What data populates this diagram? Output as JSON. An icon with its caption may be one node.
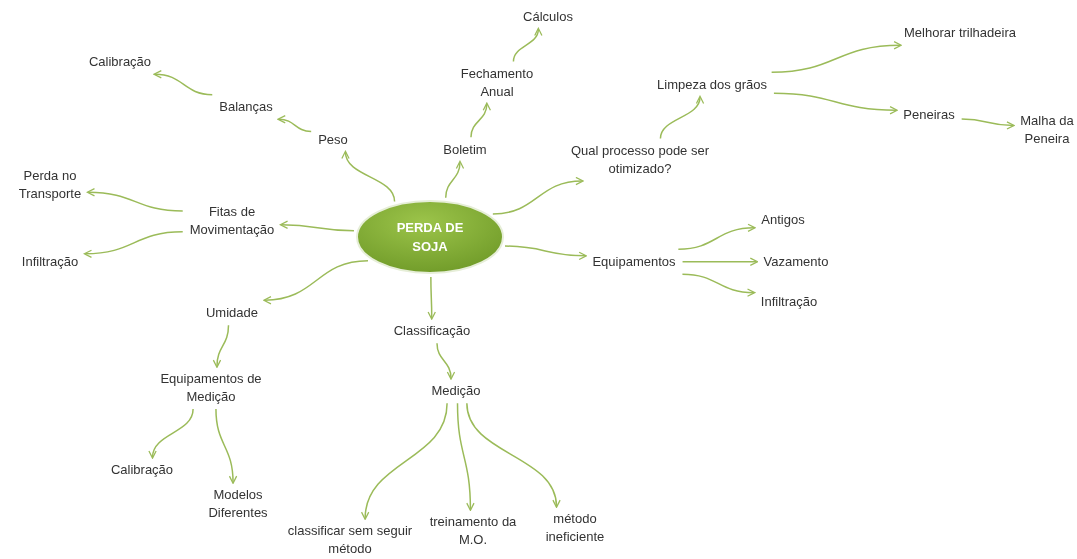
{
  "diagram": {
    "nodes": [
      {
        "text": [
          "PERDA DE SOJA"
        ]
      },
      {
        "text": [
          "Peso"
        ]
      },
      {
        "text": [
          "Balanças"
        ]
      },
      {
        "text": [
          "Calibração"
        ]
      },
      {
        "text": [
          "Boletim"
        ]
      },
      {
        "text": [
          "Fechamento Anual"
        ]
      },
      {
        "text": [
          "Cálculos"
        ]
      },
      {
        "text": [
          "Qual processo pode ser otimizado?"
        ]
      },
      {
        "text": [
          "Limpeza dos grãos"
        ]
      },
      {
        "text": [
          "Melhorar trilhadeira"
        ]
      },
      {
        "text": [
          "Peneiras"
        ]
      },
      {
        "text": [
          "Malha da Peneira"
        ]
      },
      {
        "text": [
          "Fitas de Movimentação"
        ]
      },
      {
        "text": [
          "Perda no Transporte"
        ]
      },
      {
        "text": [
          "Infiltração"
        ]
      },
      {
        "text": [
          "Equipamentos"
        ]
      },
      {
        "text": [
          "Antigos"
        ]
      },
      {
        "text": [
          "Vazamento"
        ]
      },
      {
        "text": [
          "Infiltração"
        ]
      },
      {
        "text": [
          "Umidade"
        ]
      },
      {
        "text": [
          "Equipamentos de Medição"
        ]
      },
      {
        "text": [
          "Calibração"
        ]
      },
      {
        "text": [
          "Modelos Diferentes"
        ]
      },
      {
        "text": [
          "Classificação"
        ]
      },
      {
        "text": [
          "Medição"
        ]
      },
      {
        "text": [
          "classificar sem seguir método"
        ]
      },
      {
        "text": [
          "treinamento da M.O."
        ]
      },
      {
        "text": [
          "método ineficiente"
        ]
      }
    ],
    "edges": [
      {
        "from": 0,
        "to": 1,
        "arrow": "to"
      },
      {
        "from": 1,
        "to": 2,
        "arrow": "to"
      },
      {
        "from": 2,
        "to": 3,
        "arrow": "to"
      },
      {
        "from": 0,
        "to": 4,
        "arrow": "to"
      },
      {
        "from": 4,
        "to": 5,
        "arrow": "to"
      },
      {
        "from": 5,
        "to": 6,
        "arrow": "to"
      },
      {
        "from": 0,
        "to": 7,
        "arrow": "to"
      },
      {
        "from": 7,
        "to": 8,
        "arrow": "to"
      },
      {
        "from": 8,
        "to": 9,
        "arrow": "to"
      },
      {
        "from": 8,
        "to": 10,
        "arrow": "to"
      },
      {
        "from": 10,
        "to": 11,
        "arrow": "to"
      },
      {
        "from": 0,
        "to": 12,
        "arrow": "to"
      },
      {
        "from": 12,
        "to": 13,
        "arrow": "to"
      },
      {
        "from": 12,
        "to": 14,
        "arrow": "to"
      },
      {
        "from": 0,
        "to": 15,
        "arrow": "to"
      },
      {
        "from": 15,
        "to": 16,
        "arrow": "to"
      },
      {
        "from": 15,
        "to": 17,
        "arrow": "to"
      },
      {
        "from": 15,
        "to": 18,
        "arrow": "to"
      },
      {
        "from": 0,
        "to": 19,
        "arrow": "to"
      },
      {
        "from": 19,
        "to": 20,
        "arrow": "to"
      },
      {
        "from": 20,
        "to": 21,
        "arrow": "to"
      },
      {
        "from": 20,
        "to": 22,
        "arrow": "to"
      },
      {
        "from": 0,
        "to": 23,
        "arrow": "to"
      },
      {
        "from": 23,
        "to": 24,
        "arrow": "to"
      },
      {
        "from": 24,
        "to": 25,
        "arrow": "to"
      },
      {
        "from": 24,
        "to": 26,
        "arrow": "to"
      },
      {
        "from": 24,
        "to": 27,
        "arrow": "to"
      }
    ]
  }
}
